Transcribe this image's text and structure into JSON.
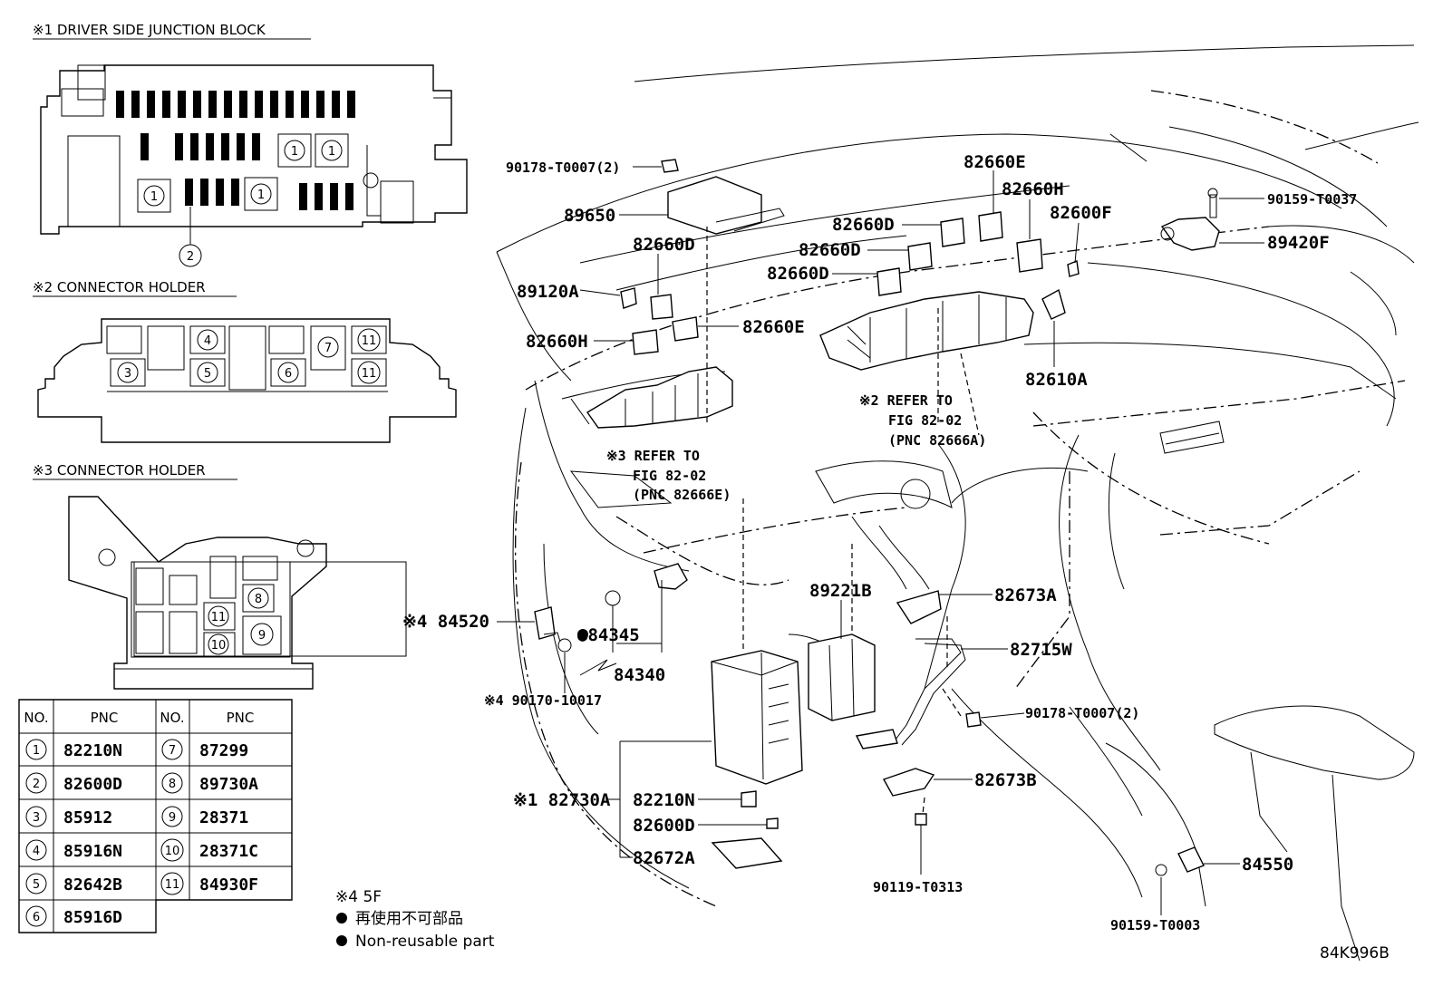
{
  "sections": {
    "s1_title": "※1 DRIVER SIDE JUNCTION BLOCK",
    "s2_title": "※2 CONNECTOR HOLDER",
    "s3_title": "※3 CONNECTOR HOLDER"
  },
  "circle_marks": {
    "c1": "1",
    "c2": "2",
    "c3": "3",
    "c4": "4",
    "c5": "5",
    "c6": "6",
    "c7": "7",
    "c8": "8",
    "c9": "9",
    "c10": "10",
    "c11": "11"
  },
  "table": {
    "header_no": "NO.",
    "header_pnc": "PNC",
    "rows": [
      {
        "no": "1",
        "pnc": "82210N"
      },
      {
        "no": "2",
        "pnc": "82600D"
      },
      {
        "no": "3",
        "pnc": "85912"
      },
      {
        "no": "4",
        "pnc": "85916N"
      },
      {
        "no": "5",
        "pnc": "82642B"
      },
      {
        "no": "6",
        "pnc": "85916D"
      },
      {
        "no": "7",
        "pnc": "87299"
      },
      {
        "no": "8",
        "pnc": "89730A"
      },
      {
        "no": "9",
        "pnc": "28371"
      },
      {
        "no": "10",
        "pnc": "28371C"
      },
      {
        "no": "11",
        "pnc": "84930F"
      }
    ]
  },
  "notes": {
    "n4": "※4  5F",
    "jp": "再使用不可部品",
    "en": "Non-reusable part"
  },
  "labels": {
    "l90178a": "90178-T0007(2)",
    "l89650": "89650",
    "l82660E_top": "82660E",
    "l82660H_top": "82660H",
    "l82660D_a": "82660D",
    "l82660D_b": "82660D",
    "l82660D_c": "82660D",
    "l82600F": "82600F",
    "l90159_T0037": "90159-T0037",
    "l89420F": "89420F",
    "l82660D_left": "82660D",
    "l89120A": "89120A",
    "l82660E_left": "82660E",
    "l82660H_left": "82660H",
    "l82610A": "82610A",
    "ref2_a": "※2 REFER TO",
    "ref2_b": "FIG 82-02",
    "ref2_c": "(PNC 82666A)",
    "ref3_a": "※3 REFER TO",
    "ref3_b": "FIG 82-02",
    "ref3_c": "(PNC 82666E)",
    "l84520": "※4 84520",
    "l84345": "●84345",
    "l84340": "84340",
    "l90170": "※4 90170-10017",
    "l89221B": "89221B",
    "l82673A": "82673A",
    "l82715W": "82715W",
    "l90178b": "90178-T0007(2)",
    "l82730A": "※1 82730A",
    "l82210N": "82210N",
    "l82600D": "82600D",
    "l82672A": "82672A",
    "l82673B": "82673B",
    "l90119": "90119-T0313",
    "l84550": "84550",
    "l90159_T0003": "90159-T0003",
    "fig_code": "84K996B"
  }
}
